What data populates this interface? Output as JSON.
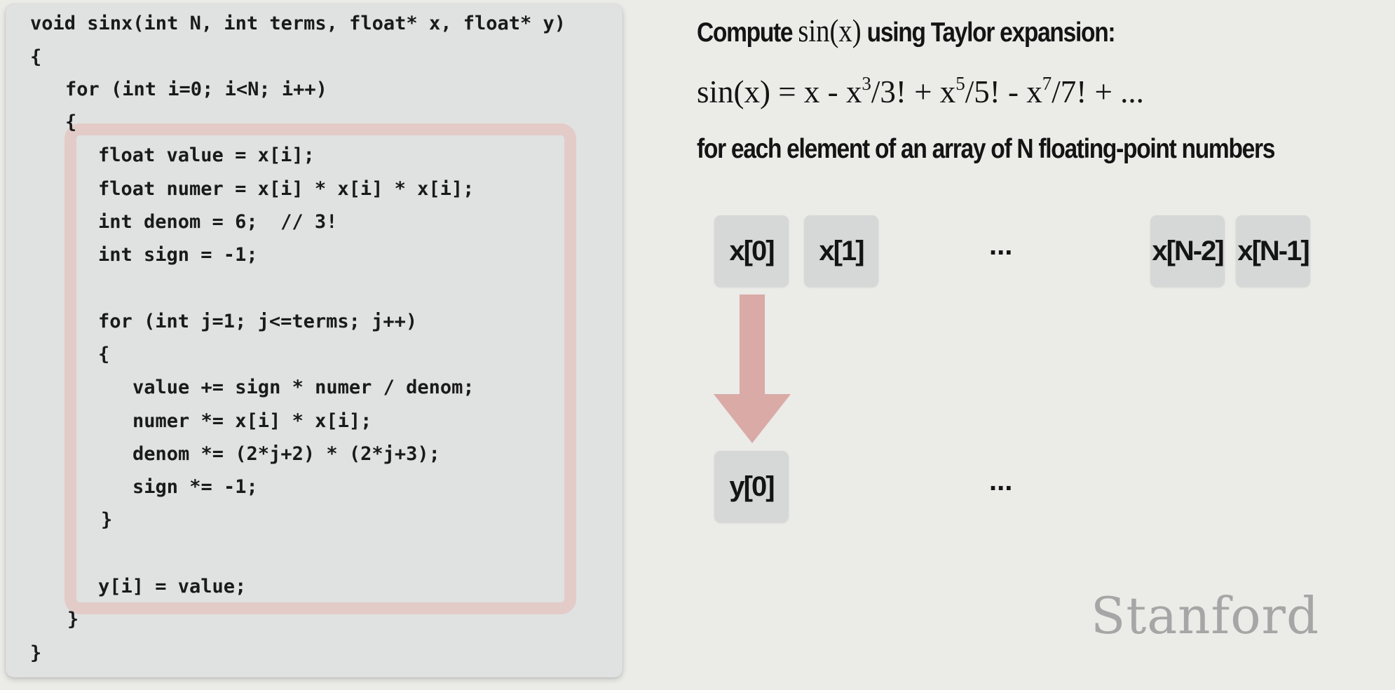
{
  "code": {
    "lines": [
      "void sinx(int N, int terms, float* x, float* y)",
      "{",
      "for (int i=0; i<N; i++)",
      "{",
      "float value = x[i];",
      "float numer = x[i] * x[i] * x[i];",
      "int denom = 6;  // 3!",
      "int sign = -1;",
      "for (int j=1; j<=terms; j++)",
      "{",
      "value += sign * numer / denom;",
      "numer *= x[i] * x[i];",
      "denom *= (2*j+2) * (2*j+3);",
      "sign *= -1;",
      "}",
      "y[i] = value;",
      "}",
      "}"
    ]
  },
  "heading": {
    "prefix": "Compute",
    "math": "sin(x)",
    "suffix": "using Taylor expansion:"
  },
  "formula": {
    "lhs": "sin(x) = x - x",
    "p1": "3",
    "t1": "/3! + x",
    "p2": "5",
    "t2": "/5! - x",
    "p3": "7",
    "t3": "/7! + ..."
  },
  "subheading": "for each element of an array of N floating-point numbers",
  "inputs": [
    "x[0]",
    "x[1]",
    "x[N-2]",
    "x[N-1]"
  ],
  "outputs": [
    "y[0]"
  ],
  "ellipsis": "...",
  "logo": "Stanford",
  "colors": {
    "highlight": "#e3cbc8",
    "arrow": "#d9aaa6",
    "cell": "#d6d8d7",
    "panel": "#e0e2e1"
  }
}
